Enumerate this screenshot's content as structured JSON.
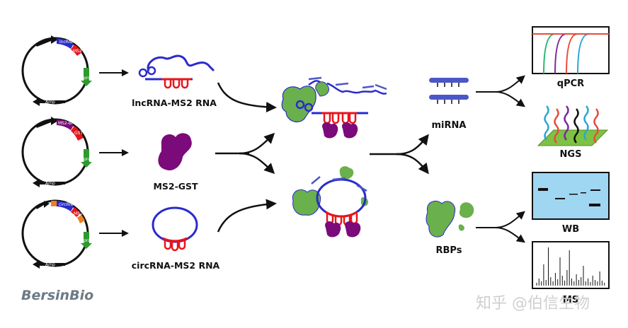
{
  "brand": "BersinBio",
  "watermark": "知乎 @伯信生物",
  "plasmids": [
    {
      "name": "lncrna-plasmid",
      "insert1": "lncRNA",
      "insert2": "MS2",
      "promoter": "pro",
      "marker": "Amp"
    },
    {
      "name": "ms2gst-plasmid",
      "insert1": "MS2-BP",
      "insert2": "GST",
      "promoter": "pro",
      "marker": "Amp"
    },
    {
      "name": "circrna-plasmid",
      "insert1": "circRNA",
      "insert2": "MS2",
      "promoter": "pro",
      "marker": "Amp"
    }
  ],
  "labels": {
    "lncrna": "lncRNA-MS2 RNA",
    "ms2gst": "MS2-GST",
    "circrna": "circRNA-MS2 RNA",
    "mirna": "miRNA",
    "rbps": "RBPs",
    "qpcr": "qPCR",
    "ngs": "NGS",
    "wb": "WB",
    "ms": "MS"
  },
  "colors": {
    "rna_blue": "#2a2acc",
    "ms2_red": "#e8141c",
    "gst_purple": "#7b0a7b",
    "protein_green": "#6ab04c",
    "mirna_blue": "#4b57c7",
    "wb_blue": "#9fd6f2",
    "ngs_green": "#7dc242",
    "promoter_green": "#2e9a2e",
    "insert_orange": "#f07d1f"
  },
  "qpcr_curve_colors": [
    "#2bb673",
    "#7b2aa0",
    "#e84c3d",
    "#2aa7d5"
  ],
  "ngs_strand_colors": [
    "#2aa7d5",
    "#e84c3d",
    "#7b2aa0",
    "#111111"
  ]
}
